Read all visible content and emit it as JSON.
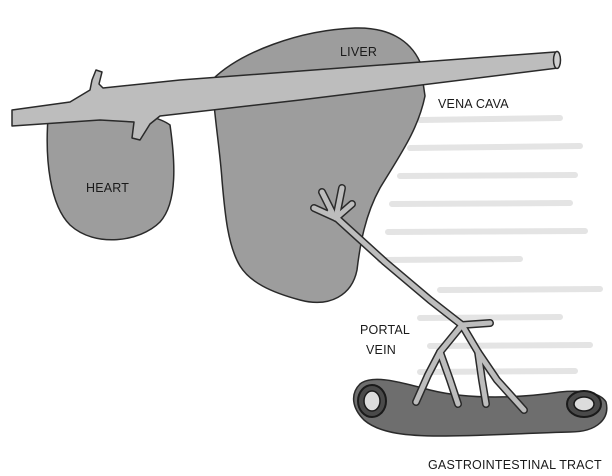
{
  "labels": {
    "liver": "LIVER",
    "vena_cava": "VENA CAVA",
    "heart": "HEART",
    "portal_vein_line1": "PORTAL",
    "portal_vein_line2": "VEIN",
    "gi_tract": "GASTROINTESTINAL TRACT"
  },
  "colors": {
    "organ_fill": "#9d9d9d",
    "vessel_fill": "#bdbdbd",
    "gi_fill": "#6e6e6e",
    "outline": "#2a2a2a",
    "background_text": "#e6e6e6"
  }
}
